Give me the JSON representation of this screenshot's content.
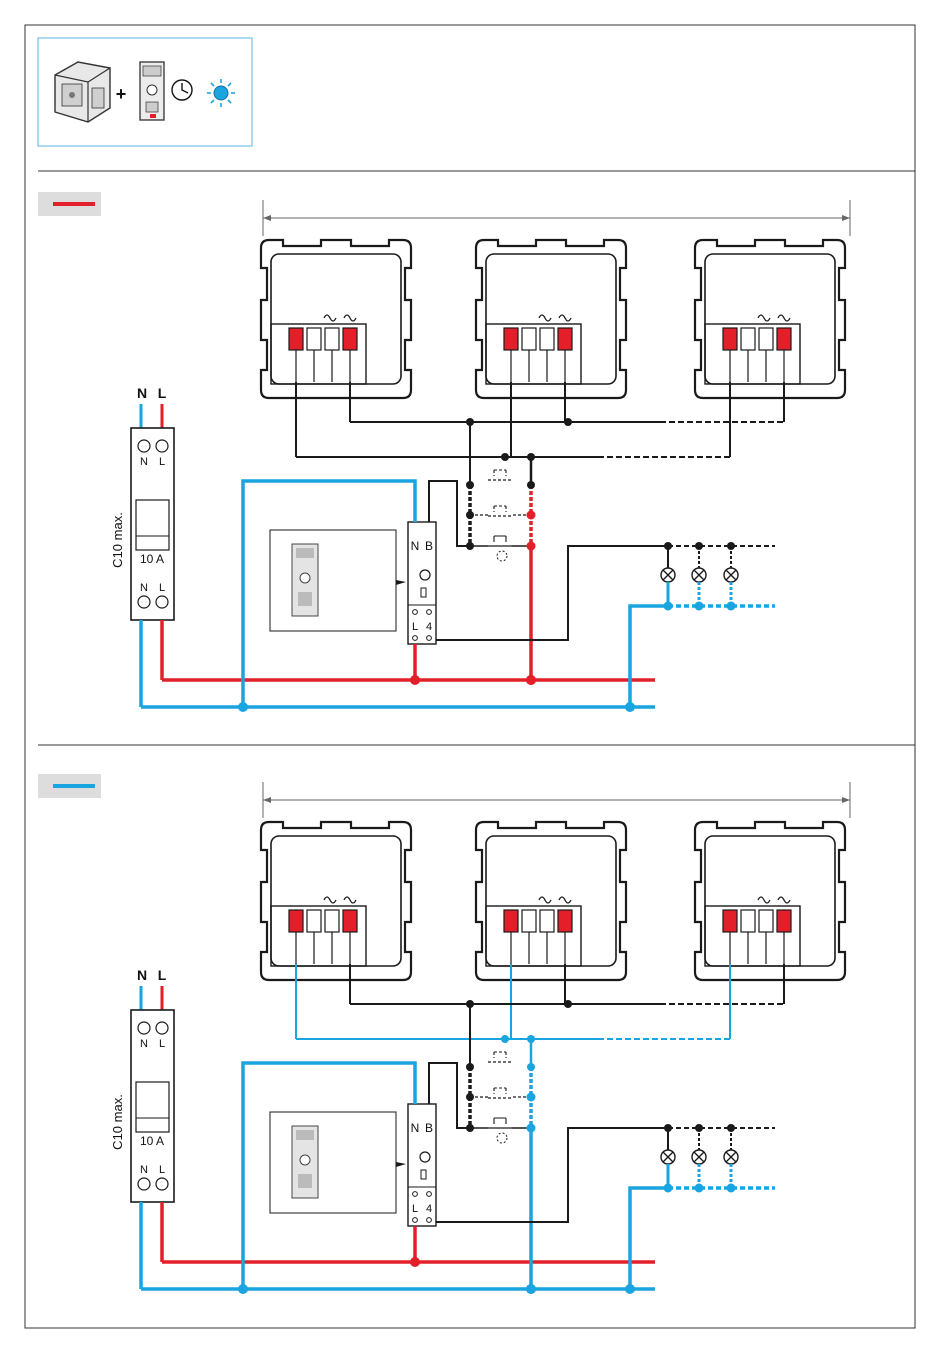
{
  "colors": {
    "live": "#e3202a",
    "neutral": "#1aa4e0",
    "control": "#1a1a1a",
    "gray": "#666666",
    "panel": "#dddddd",
    "frame": "#333333"
  },
  "icons": [
    "mechanism-icon",
    "timer-module-icon",
    "clock-icon",
    "light-icon"
  ],
  "header": {
    "plus": "+"
  },
  "breaker": {
    "n": "N",
    "l": "L",
    "rating": "10 A",
    "max": "C10 max."
  },
  "timer": {
    "terminals_top": [
      "N",
      "B"
    ],
    "terminals_bottom": [
      "L",
      "4"
    ]
  },
  "sections": [
    {
      "key": "live",
      "legend_color": "#e3202a",
      "feed_color": "#e3202a"
    },
    {
      "key": "neutral",
      "legend_color": "#1aa4e0",
      "feed_color": "#1aa4e0"
    }
  ]
}
